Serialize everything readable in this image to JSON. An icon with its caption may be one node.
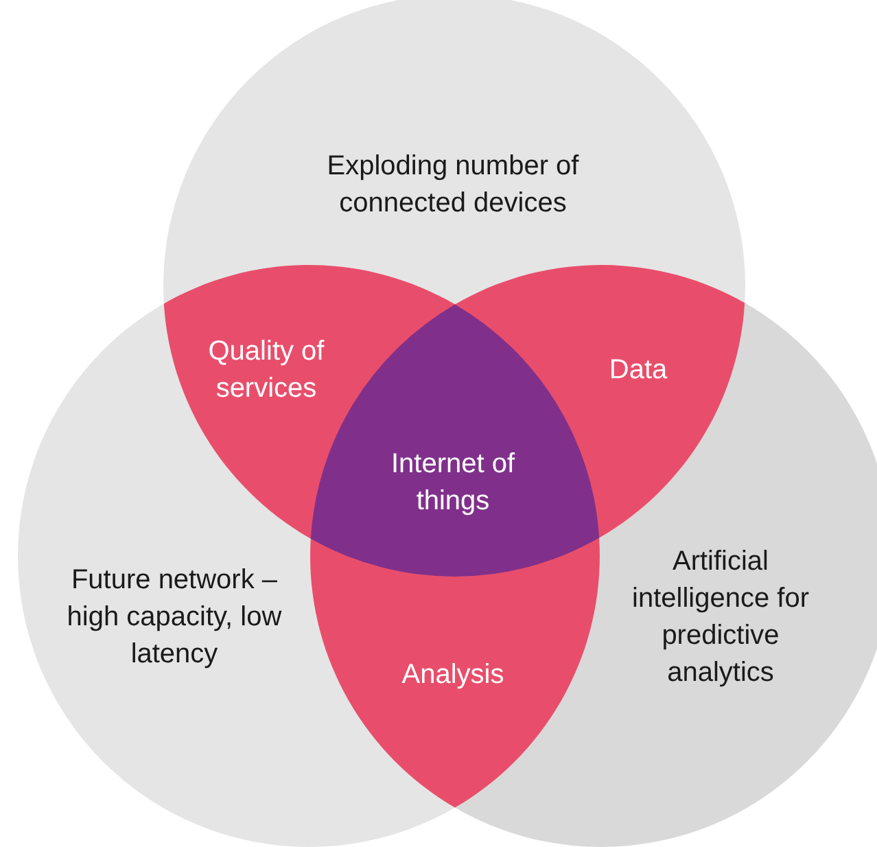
{
  "diagram": {
    "nodes": [
      {
        "text": [
          "Exploding number of connected devices"
        ]
      },
      {
        "text": [
          "Quality of services"
        ]
      },
      {
        "text": [
          "Data"
        ]
      },
      {
        "text": [
          "Internet of things"
        ]
      },
      {
        "text": [
          "Future network – high capacity, low latency"
        ]
      },
      {
        "text": [
          "Artificial intelligence for predictive analytics"
        ]
      },
      {
        "text": [
          "Analysis"
        ]
      }
    ]
  }
}
